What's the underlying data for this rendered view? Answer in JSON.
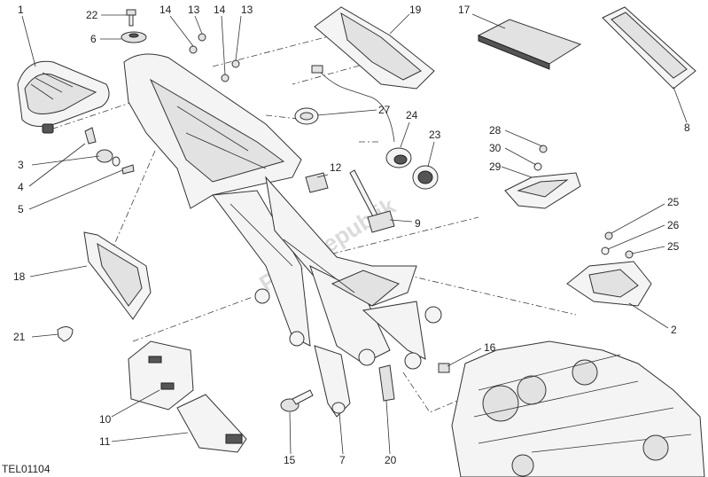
{
  "diagram": {
    "code": "TEL01104",
    "watermark": "PartsRepublik",
    "callouts": [
      {
        "id": "c1",
        "text": "1"
      },
      {
        "id": "c22",
        "text": "22"
      },
      {
        "id": "c6",
        "text": "6"
      },
      {
        "id": "c14a",
        "text": "14"
      },
      {
        "id": "c13a",
        "text": "13"
      },
      {
        "id": "c14b",
        "text": "14"
      },
      {
        "id": "c13b",
        "text": "13"
      },
      {
        "id": "c19",
        "text": "19"
      },
      {
        "id": "c17",
        "text": "17"
      },
      {
        "id": "c8",
        "text": "8"
      },
      {
        "id": "c27",
        "text": "27"
      },
      {
        "id": "c24",
        "text": "24"
      },
      {
        "id": "c23",
        "text": "23"
      },
      {
        "id": "c28",
        "text": "28"
      },
      {
        "id": "c30",
        "text": "30"
      },
      {
        "id": "c29",
        "text": "29"
      },
      {
        "id": "c3",
        "text": "3"
      },
      {
        "id": "c4",
        "text": "4"
      },
      {
        "id": "c5",
        "text": "5"
      },
      {
        "id": "c12",
        "text": "12"
      },
      {
        "id": "c9",
        "text": "9"
      },
      {
        "id": "c25a",
        "text": "25"
      },
      {
        "id": "c26",
        "text": "26"
      },
      {
        "id": "c25b",
        "text": "25"
      },
      {
        "id": "c18",
        "text": "18"
      },
      {
        "id": "c2",
        "text": "2"
      },
      {
        "id": "c21",
        "text": "21"
      },
      {
        "id": "c16",
        "text": "16"
      },
      {
        "id": "c10",
        "text": "10"
      },
      {
        "id": "c11",
        "text": "11"
      },
      {
        "id": "c15",
        "text": "15"
      },
      {
        "id": "c7",
        "text": "7"
      },
      {
        "id": "c20",
        "text": "20"
      }
    ]
  }
}
